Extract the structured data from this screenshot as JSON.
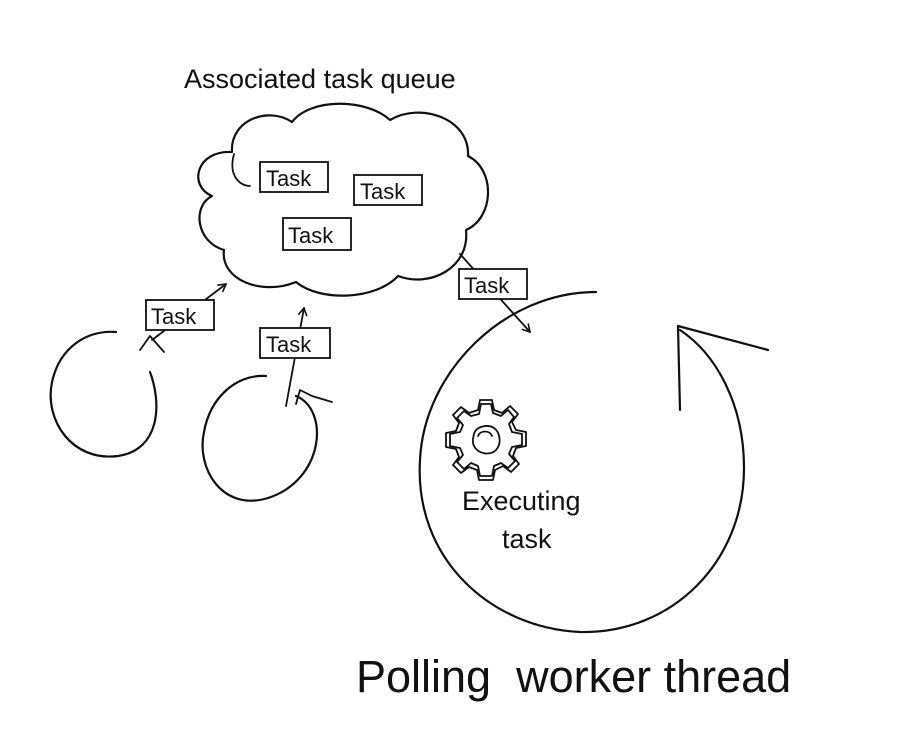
{
  "diagram": {
    "queue_title": "Associated task queue",
    "task_label": "Task",
    "executing_label_line1": "Executing",
    "executing_label_line2": "task",
    "footer_title": "Polling  worker thread",
    "ink_color": "#111111",
    "background_color": "#ffffff"
  }
}
